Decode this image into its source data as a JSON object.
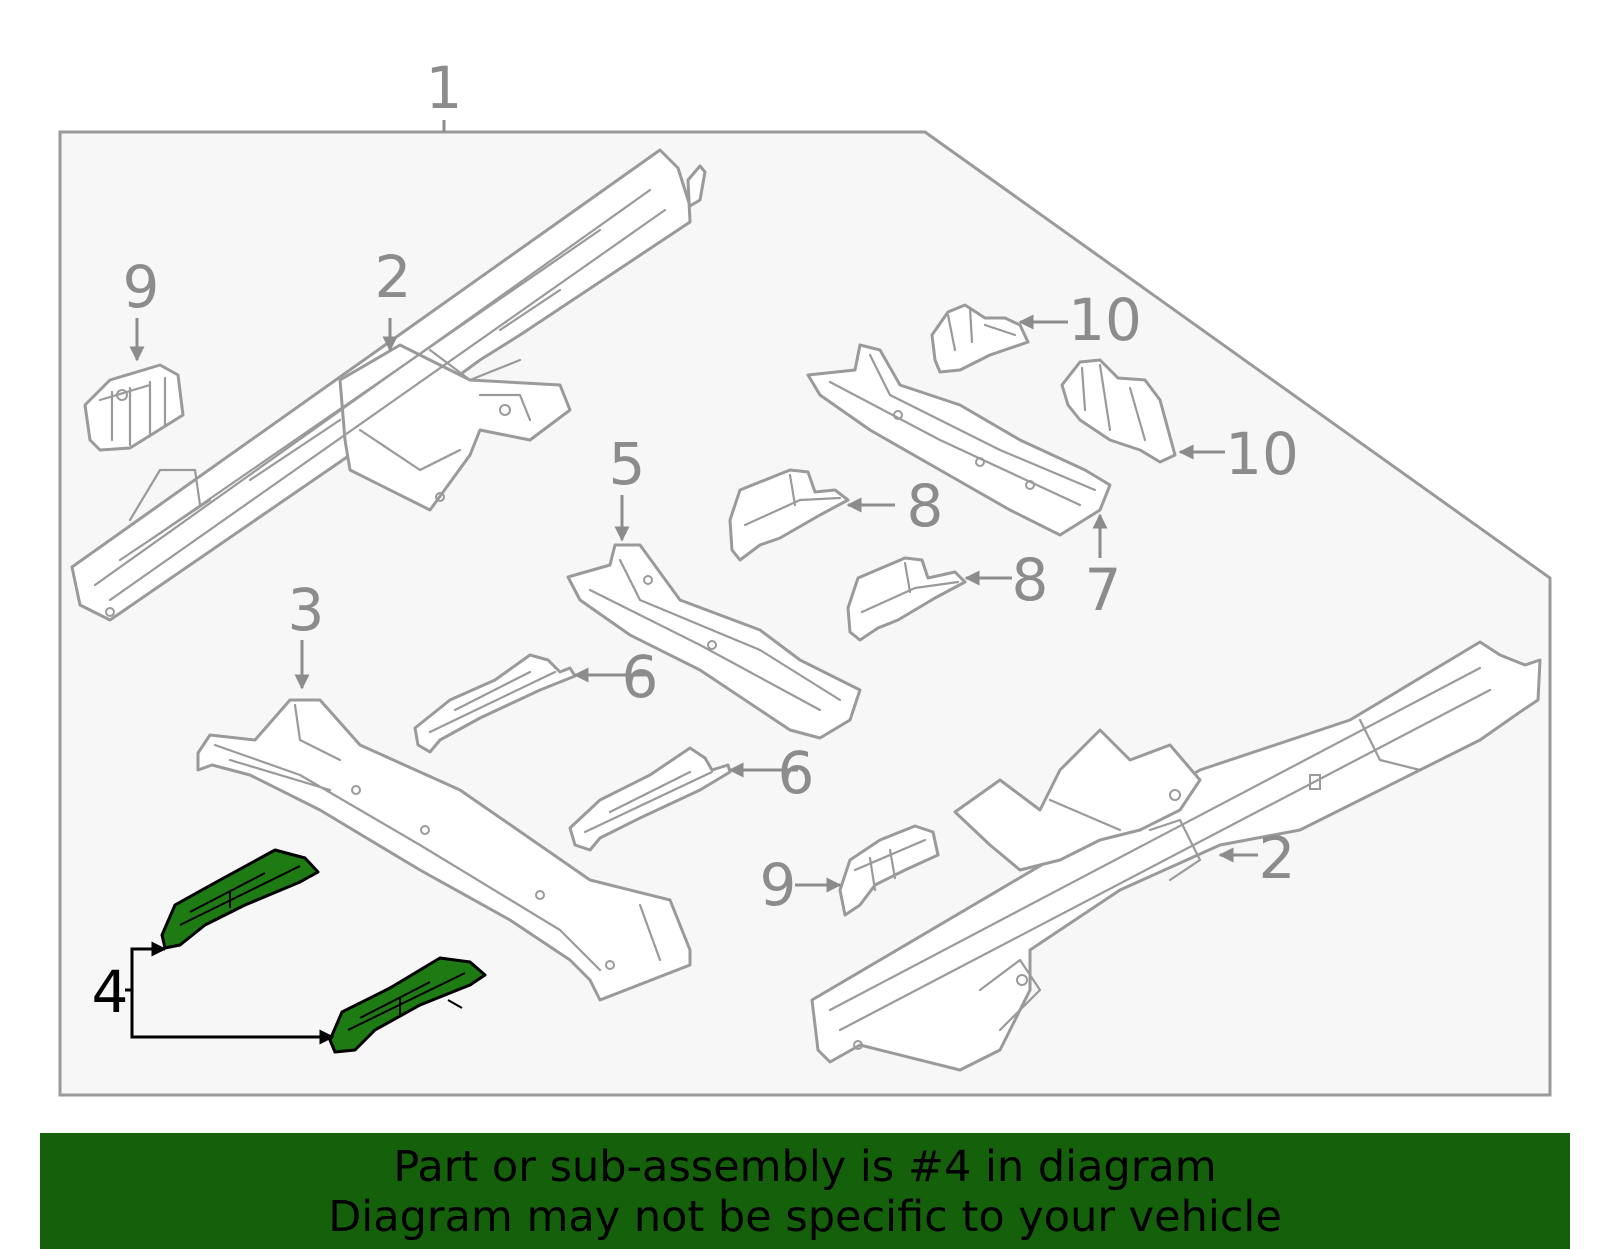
{
  "callouts": {
    "c1": "1",
    "c2_top": "2",
    "c2_bottom": "2",
    "c3": "3",
    "c4": "4",
    "c5": "5",
    "c6_top": "6",
    "c6_bottom": "6",
    "c7": "7",
    "c8_top": "8",
    "c8_bottom": "8",
    "c9_top": "9",
    "c9_bottom": "9",
    "c10_top": "10",
    "c10_bottom": "10"
  },
  "highlighted_part": "4",
  "colors": {
    "highlight_fill": "#1e7a12",
    "banner_background": "#14600b",
    "callout_gray": "#8c8c8c",
    "panel_background": "#f7f7f7"
  },
  "banner": {
    "line1": "Part or sub-assembly is #4 in diagram",
    "line2": "Diagram may not be specific to your vehicle"
  }
}
